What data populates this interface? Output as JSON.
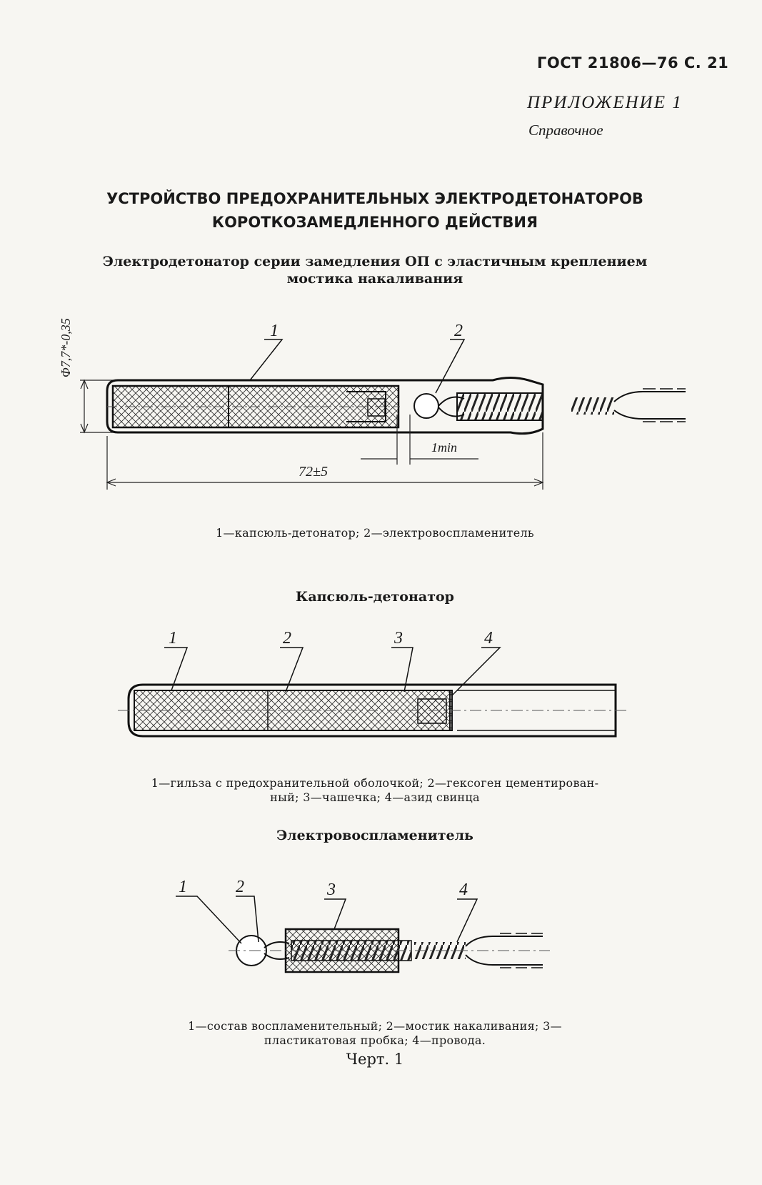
{
  "header": {
    "standard_ref": "ГОСТ 21806—76 С. 21",
    "appendix": "ПРИЛОЖЕНИЕ 1",
    "appendix_type": "Справочное"
  },
  "title": {
    "line1": "УСТРОЙСТВО ПРЕДОХРАНИТЕЛЬНЫХ ЭЛЕКТРОДЕТОНАТОРОВ",
    "line2": "КОРОТКОЗАМЕДЛЕННОГО ДЕЙСТВИЯ"
  },
  "figure1": {
    "title_line1": "Электродетонатор серии замедления ОП с эластичным креплением",
    "title_line2": "мостика накаливания",
    "diameter_label": "Φ7,7*-0,35",
    "min_label": "1min",
    "length_label": "72±5",
    "callouts": [
      "1",
      "2"
    ],
    "caption": "1—капсюль-детонатор; 2—электровоспламенитель"
  },
  "figure2": {
    "title": "Капсюль-детонатор",
    "callouts": [
      "1",
      "2",
      "3",
      "4"
    ],
    "caption_line1": "1—гильза с предохранительной оболочкой; 2—гексоген цементирован-",
    "caption_line2": "ный; 3—чашечка; 4—азид свинца"
  },
  "figure3": {
    "title": "Электровоспламенитель",
    "callouts": [
      "1",
      "2",
      "3",
      "4"
    ],
    "caption_line1": "1—состав воспламенительный; 2—мостик накаливания; 3—",
    "caption_line2": "пластикатовая пробка; 4—провода."
  },
  "chert": "Черт. 1"
}
